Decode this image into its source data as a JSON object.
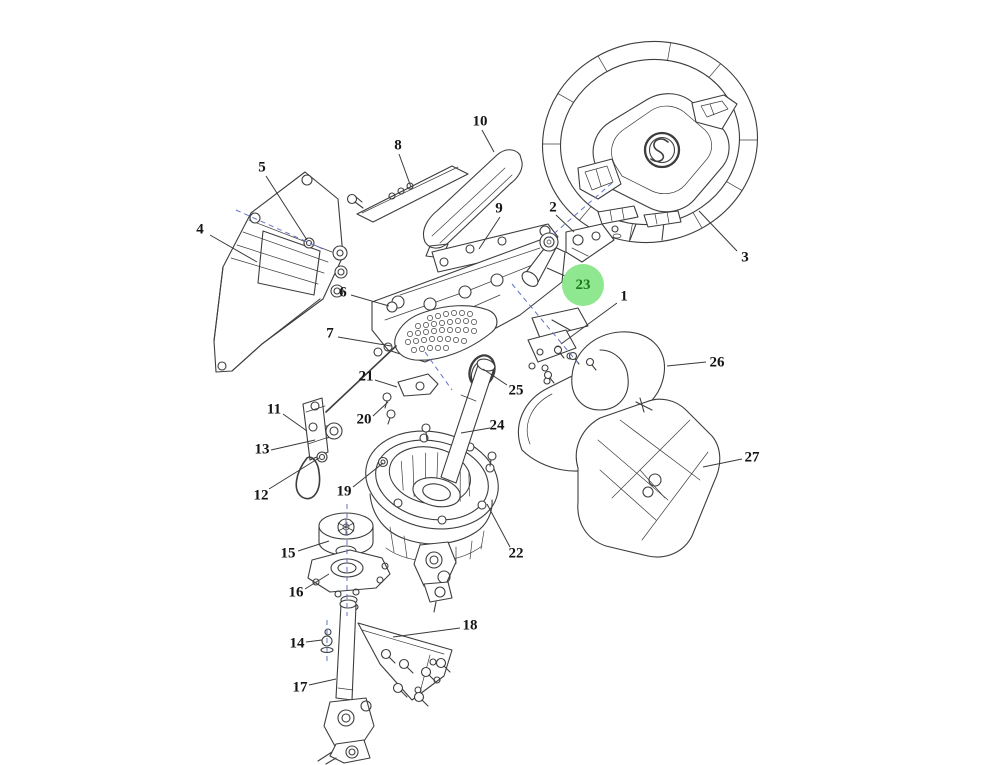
{
  "diagram": {
    "kind": "exploded-parts-diagram",
    "subject": "steering column and steering wheel assembly",
    "background_color": "#ffffff",
    "line_color": "#3d3d3d",
    "label_color": "#151515",
    "axis_line_color": "#6272c9",
    "highlight": {
      "fill": "#8fe88f",
      "text_color": "#1b7a1b"
    }
  },
  "labels": [
    {
      "text": "1"
    },
    {
      "text": "2"
    },
    {
      "text": "3"
    },
    {
      "text": "4"
    },
    {
      "text": "5"
    },
    {
      "text": "6"
    },
    {
      "text": "7"
    },
    {
      "text": "8"
    },
    {
      "text": "9"
    },
    {
      "text": "10"
    },
    {
      "text": "11"
    },
    {
      "text": "12"
    },
    {
      "text": "13"
    },
    {
      "text": "14"
    },
    {
      "text": "15"
    },
    {
      "text": "16"
    },
    {
      "text": "17"
    },
    {
      "text": "18"
    },
    {
      "text": "19"
    },
    {
      "text": "20"
    },
    {
      "text": "21"
    },
    {
      "text": "22"
    },
    {
      "text": "23",
      "highlighted": true
    },
    {
      "text": "24"
    },
    {
      "text": "25"
    },
    {
      "text": "26"
    },
    {
      "text": "27"
    }
  ]
}
